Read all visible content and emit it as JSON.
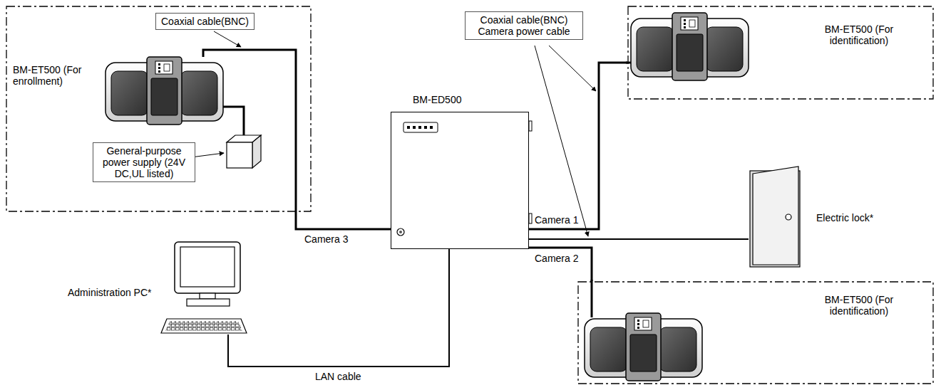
{
  "diagram": {
    "nodes": [
      {
        "text": [
          "BM-ET500 (For enrollment)"
        ]
      },
      {
        "text": [
          "Coaxial cable(BNC)"
        ],
        "in": 0
      },
      {
        "text": [
          "General-purpose power supply (24V DC,UL listed)"
        ],
        "in": 0
      },
      {
        "text": [
          "BM-ED500"
        ]
      },
      {
        "text": [
          "BM-ET500 (For identification)"
        ]
      },
      {
        "text": [
          "BM-ET500 (For identification)"
        ]
      },
      {
        "text": [
          "Electric lock*"
        ]
      },
      {
        "text": [
          "Administration PC*"
        ]
      },
      {
        "text": [
          "Coaxial cable(BNC) Camera power cable"
        ]
      }
    ],
    "edges": [
      {
        "from": 0,
        "to": 3,
        "arrow": "none",
        "label": "Camera 3"
      },
      {
        "from": 3,
        "to": 4,
        "arrow": "none",
        "label": "Camera 1"
      },
      {
        "from": 3,
        "to": 5,
        "arrow": "none",
        "label": "Camera 2"
      },
      {
        "from": 3,
        "to": 6,
        "arrow": "none"
      },
      {
        "from": 3,
        "to": 7,
        "arrow": "none",
        "label": "LAN cable"
      }
    ]
  }
}
